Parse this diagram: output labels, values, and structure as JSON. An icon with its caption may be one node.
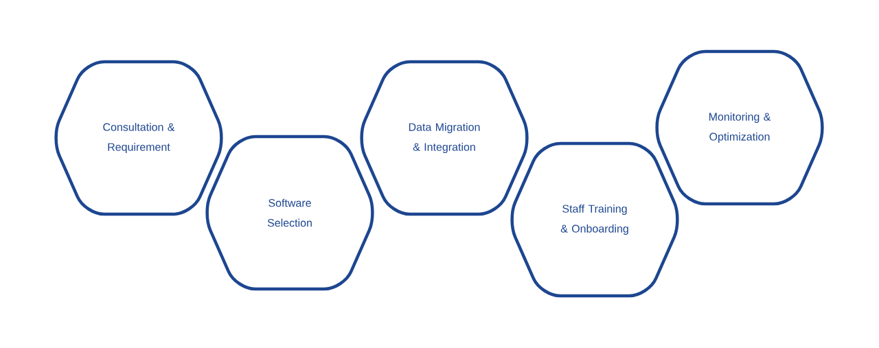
{
  "diagram": {
    "nodes": [
      {
        "text": [
          "Consultation & Requirement"
        ]
      },
      {
        "text": [
          "Software Selection"
        ]
      },
      {
        "text": [
          "Data Migration & Integration"
        ]
      },
      {
        "text": [
          "Staff Training & Onboarding"
        ]
      },
      {
        "text": [
          "Monitoring & Optimization"
        ]
      }
    ]
  }
}
